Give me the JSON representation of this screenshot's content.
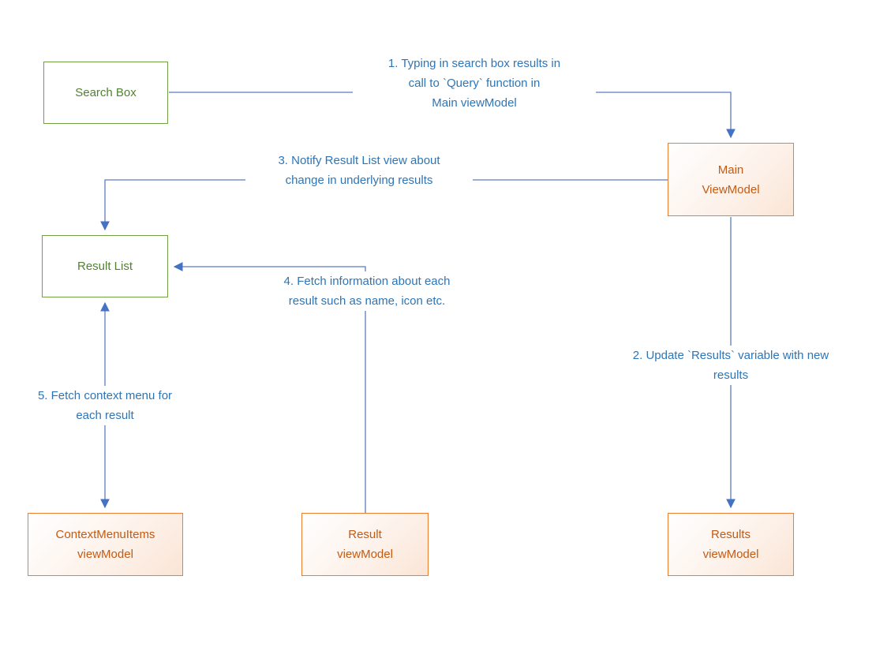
{
  "diagram": {
    "nodes": {
      "search_box": {
        "label": "Search Box"
      },
      "main_viewmodel": {
        "label": "Main\nViewModel"
      },
      "result_list": {
        "label": "Result List"
      },
      "contextmenuitems_viewmodel": {
        "label": "ContextMenuItems\nviewModel"
      },
      "result_viewmodel": {
        "label": "Result\nviewModel"
      },
      "results_viewmodel": {
        "label": "Results\nviewModel"
      }
    },
    "annotations": {
      "step1": "1. Typing in search box results in\ncall to `Query` function in\nMain viewModel",
      "step2": "2. Update `Results` variable with new\nresults",
      "step3": "3. Notify Result List view about\nchange in underlying results",
      "step4": "4. Fetch information about each\nresult such as name, icon etc.",
      "step5": "5. Fetch context menu for\neach result"
    },
    "colors": {
      "green_border": "#72A145",
      "green_text": "#538135",
      "orange_border": "#ED7D31",
      "orange_text": "#C55A11",
      "arrow_blue": "#4472C4",
      "annotation_blue": "#2E75B6",
      "background": "#FFFFFF"
    }
  }
}
